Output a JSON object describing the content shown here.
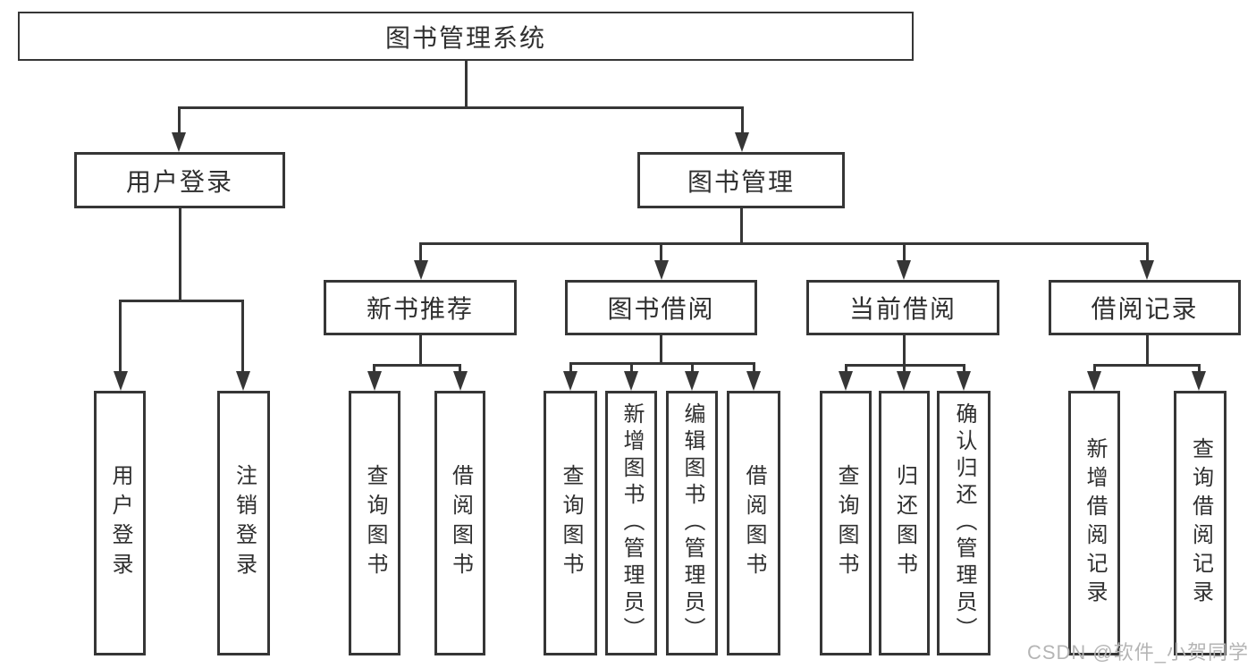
{
  "diagram": {
    "type": "hierarchy-tree",
    "colors": {
      "line": "#363636",
      "box_border": "#363636",
      "box_background": "#ffffff",
      "text": "#2f2f2f",
      "watermark": "#b5b5b5"
    },
    "watermark": "CSDN @软件_小贺同学",
    "nodes": {
      "root": {
        "label": "图书管理系统"
      },
      "user_login": {
        "label": "用户登录"
      },
      "book_mgmt": {
        "label": "图书管理"
      },
      "new_book_rec": {
        "label": "新书推荐"
      },
      "book_borrow": {
        "label": "图书借阅"
      },
      "current_borrow": {
        "label": "当前借阅"
      },
      "borrow_records": {
        "label": "借阅记录"
      },
      "leaf_user_login": {
        "label": "用户登录"
      },
      "leaf_logout": {
        "label": "注销登录"
      },
      "leaf_nbr_query": {
        "label": "查询图书"
      },
      "leaf_nbr_borrow": {
        "label": "借阅图书"
      },
      "leaf_bb_query": {
        "label": "查询图书"
      },
      "leaf_bb_add": {
        "label": "新增图书（管理员）"
      },
      "leaf_bb_edit": {
        "label": "编辑图书（管理员）"
      },
      "leaf_bb_borrow": {
        "label": "借阅图书"
      },
      "leaf_cb_query": {
        "label": "查询图书"
      },
      "leaf_cb_return": {
        "label": "归还图书"
      },
      "leaf_cb_confirm": {
        "label": "确认归还（管理员）"
      },
      "leaf_br_add": {
        "label": "新增借阅记录"
      },
      "leaf_br_query": {
        "label": "查询借阅记录"
      }
    },
    "hierarchy": {
      "图书管理系统": {
        "用户登录": [
          "用户登录",
          "注销登录"
        ],
        "图书管理": {
          "新书推荐": [
            "查询图书",
            "借阅图书"
          ],
          "图书借阅": [
            "查询图书",
            "新增图书（管理员）",
            "编辑图书（管理员）",
            "借阅图书"
          ],
          "当前借阅": [
            "查询图书",
            "归还图书",
            "确认归还（管理员）"
          ],
          "借阅记录": [
            "新增借阅记录",
            "查询借阅记录"
          ]
        }
      }
    }
  }
}
